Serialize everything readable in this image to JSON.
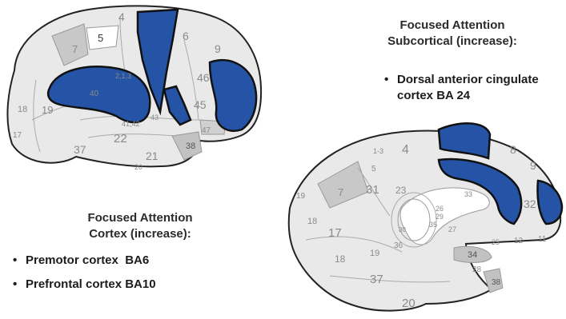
{
  "colors": {
    "highlight": "#2553a6",
    "region_light": "#e9e9e9",
    "region_mid": "#d6d6d6",
    "region_dark": "#c2c2c2",
    "outline": "#111111"
  },
  "lateral": {
    "labels": [
      "4",
      "5",
      "7",
      "6",
      "2,1,3",
      "9",
      "46",
      "45",
      "47",
      "40",
      "18",
      "19",
      "43",
      "41,42",
      "17",
      "22",
      "37",
      "21",
      "38",
      "20"
    ]
  },
  "medial": {
    "labels": [
      "1-3",
      "4",
      "5",
      "8",
      "7",
      "31",
      "23",
      "33",
      "9",
      "32",
      "19",
      "26",
      "29",
      "35",
      "27",
      "18",
      "17",
      "30",
      "36",
      "25",
      "12",
      "11",
      "19",
      "34",
      "18",
      "28",
      "37",
      "38",
      "20"
    ]
  },
  "subcortical": {
    "title": "Focused Attention\nSubcortical (increase):",
    "bullets": [
      "Dorsal anterior cingulate cortex BA 24"
    ]
  },
  "cortex": {
    "title": "Focused Attention\nCortex (increase):",
    "bullets": [
      "Premotor cortex  BA6",
      "Prefrontal cortex BA10"
    ]
  }
}
